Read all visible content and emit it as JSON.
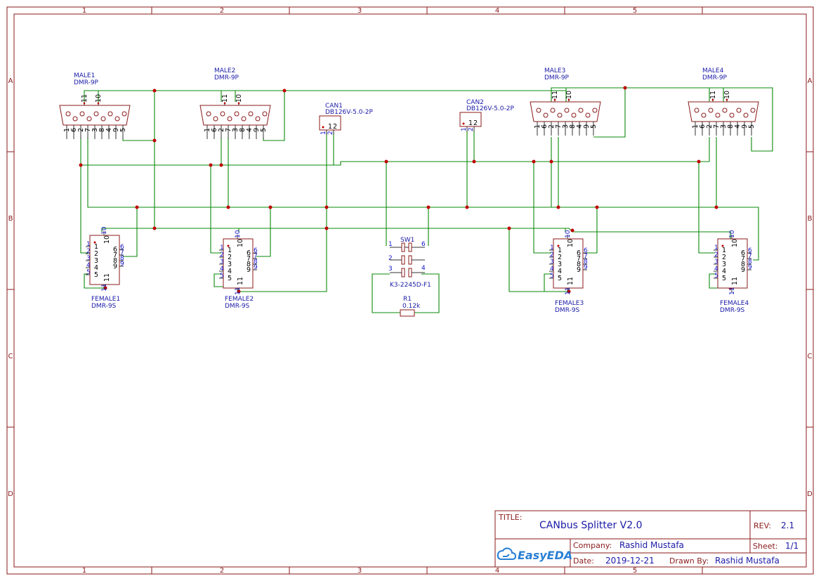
{
  "frame": {
    "columns": [
      "1",
      "2",
      "3",
      "4",
      "5"
    ],
    "rows": [
      "A",
      "B",
      "C",
      "D"
    ]
  },
  "components": {
    "male1": {
      "ref": "MALE1",
      "part": "DMR-9P"
    },
    "male2": {
      "ref": "MALE2",
      "part": "DMR-9P"
    },
    "male3": {
      "ref": "MALE3",
      "part": "DMR-9P"
    },
    "male4": {
      "ref": "MALE4",
      "part": "DMR-9P"
    },
    "can1": {
      "ref": "CAN1",
      "part": "DB126V-5.0-2P"
    },
    "can2": {
      "ref": "CAN2",
      "part": "DB126V-5.0-2P"
    },
    "female1": {
      "ref": "FEMALE1",
      "part": "DMR-9S"
    },
    "female2": {
      "ref": "FEMALE2",
      "part": "DMR-9S"
    },
    "female3": {
      "ref": "FEMALE3",
      "part": "DMR-9S"
    },
    "female4": {
      "ref": "FEMALE4",
      "part": "DMR-9S"
    },
    "sw1": {
      "ref": "SW1",
      "part": "K3-2245D-F1"
    },
    "r1": {
      "ref": "R1",
      "value": "0.12k"
    }
  },
  "title_block": {
    "title_label": "TITLE:",
    "title": "CANbus Splitter V2.0",
    "rev_label": "REV:",
    "rev": "2.1",
    "company_label": "Company:",
    "company": "Rashid Mustafa",
    "sheet_label": "Sheet:",
    "sheet": "1/1",
    "date_label": "Date:",
    "date": "2019-12-21",
    "drawn_label": "Drawn By:",
    "drawn_by": "Rashid Mustafa",
    "logo_text": "EasyEDA"
  },
  "colors": {
    "frame": "#8b1a1a",
    "wire": "#0a8a0a",
    "junction": "#c00000",
    "label": "#1a1aa8"
  }
}
